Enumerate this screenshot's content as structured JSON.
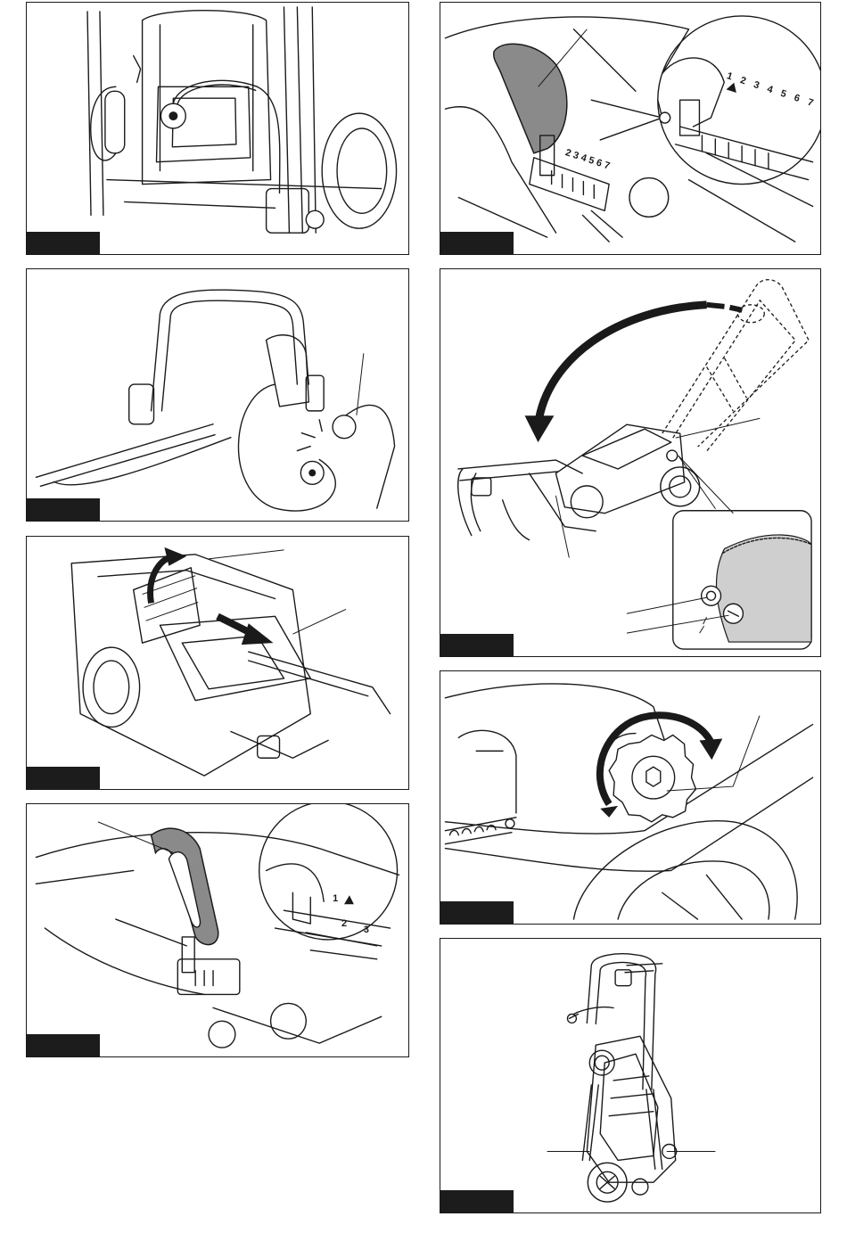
{
  "figures": [
    {
      "id": "fig1",
      "label": ""
    },
    {
      "id": "fig2",
      "label": ""
    },
    {
      "id": "fig3",
      "label": ""
    },
    {
      "id": "fig4",
      "label": ""
    },
    {
      "id": "fig5",
      "label": ""
    },
    {
      "id": "fig6",
      "label": ""
    },
    {
      "id": "fig7",
      "label": ""
    },
    {
      "id": "fig8",
      "label": ""
    }
  ],
  "scale_marks": {
    "large": [
      "1",
      "2",
      "3",
      "4",
      "5",
      "6",
      "7"
    ],
    "small": [
      "2",
      "3",
      "4",
      "5",
      "6",
      "7"
    ],
    "fig5": [
      "1",
      "2",
      "3"
    ]
  },
  "colors": {
    "ink": "#1a1a1a",
    "tag": "#1c1c1c",
    "grip": "#8a8a8a"
  },
  "icons": [
    "arrow-curved",
    "arrow-straight",
    "plug",
    "magnifier-callout"
  ]
}
